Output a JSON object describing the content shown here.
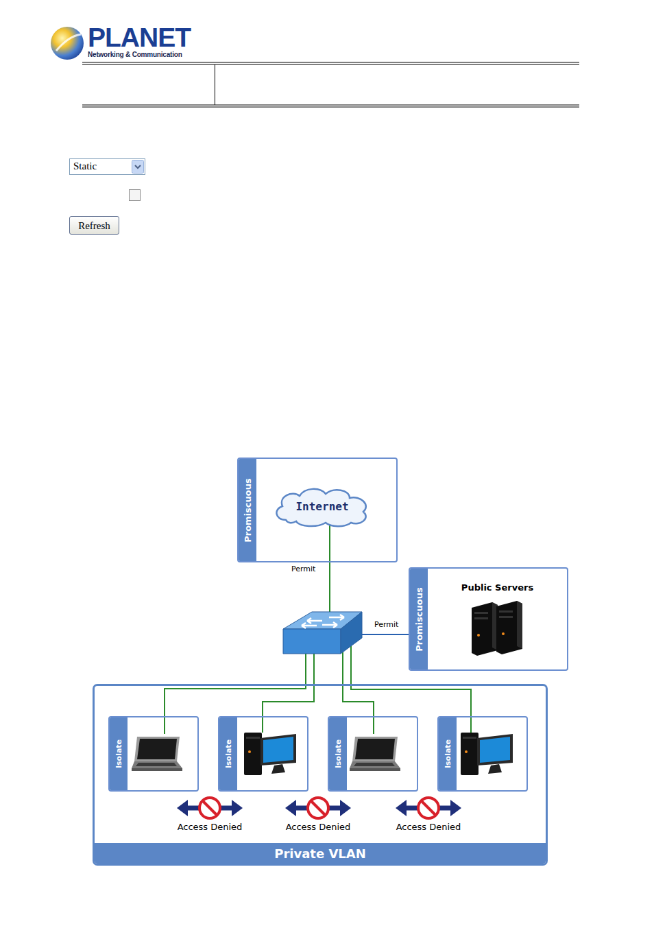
{
  "diagram": {
    "nodes": [
      {
        "text": [
          "Static"
        ]
      },
      {
        "text": [
          "Refresh"
        ]
      },
      {
        "text": [
          "Promiscuous"
        ]
      },
      {
        "text": [
          "Internet"
        ],
        "in": 2
      },
      {
        "text": [
          "Promiscuous",
          "Public Servers"
        ]
      },
      {
        "text": [
          "Private VLAN"
        ]
      },
      {
        "text": [
          "Isolate"
        ],
        "in": 5
      },
      {
        "text": [
          "Isolate"
        ],
        "in": 5
      },
      {
        "text": [
          "Isolate"
        ],
        "in": 5
      },
      {
        "text": [
          "Isolate"
        ],
        "in": 5
      }
    ],
    "labels": [
      "PLANET",
      "Networking & Communication",
      "Permit",
      "Permit",
      "Access Denied",
      "Access Denied",
      "Access Denied"
    ]
  }
}
